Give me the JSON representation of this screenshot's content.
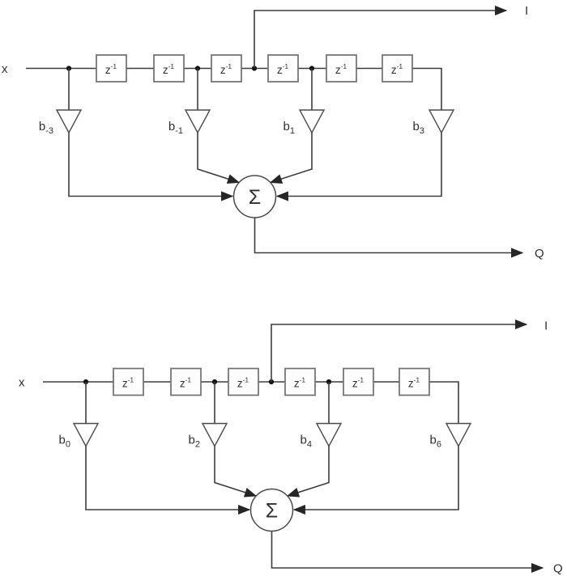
{
  "shared": {
    "input_label": "x",
    "output_i_label": "I",
    "output_q_label": "Q",
    "delay_block": {
      "base": "z",
      "exponent": "-1"
    },
    "summer_symbol": "Σ"
  },
  "colors": {
    "background": "#ffffff",
    "wire": "#3d3d3d",
    "box_border": "#6e6e6e",
    "junction_dot": "#111111",
    "text": "#2e2e2e"
  },
  "diagrams": [
    {
      "taps": [
        {
          "base": "b",
          "sub": "-3"
        },
        {
          "base": "b",
          "sub": "-1"
        },
        {
          "base": "b",
          "sub": "1"
        },
        {
          "base": "b",
          "sub": "3"
        }
      ]
    },
    {
      "taps": [
        {
          "base": "b",
          "sub": "0"
        },
        {
          "base": "b",
          "sub": "2"
        },
        {
          "base": "b",
          "sub": "4"
        },
        {
          "base": "b",
          "sub": "6"
        }
      ]
    }
  ]
}
